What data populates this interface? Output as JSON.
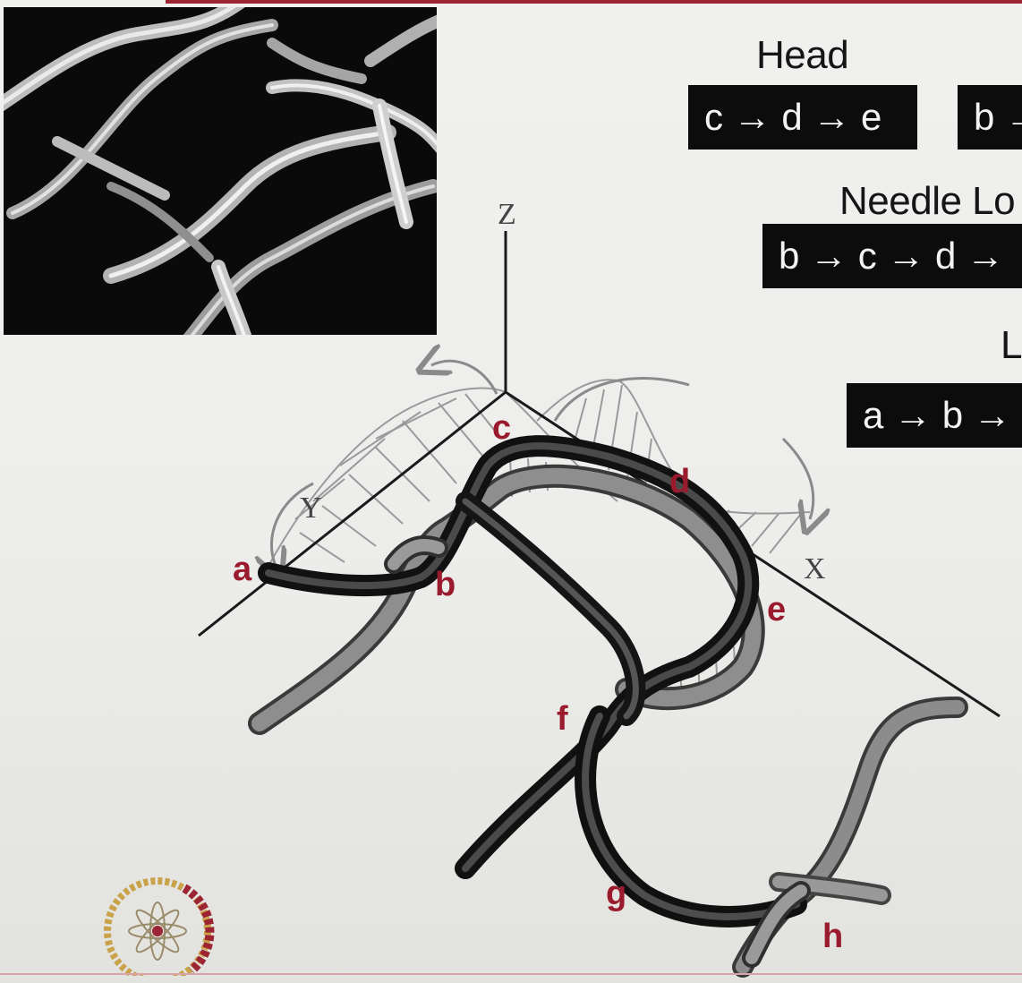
{
  "headings": {
    "head": "Head",
    "needle_loop": "Needle Lo",
    "sinker_loop": "L"
  },
  "sequences": {
    "head": "c → d → e",
    "head_second": "b →",
    "needle_loop": "b → c → d →",
    "sinker_loop": "a → b →"
  },
  "axes": {
    "x": "X",
    "y": "Y",
    "z": "Z"
  },
  "points": {
    "a": "a",
    "b": "b",
    "c": "c",
    "d": "d",
    "e": "e",
    "f": "f",
    "g": "g",
    "h": "h"
  },
  "colors": {
    "label_accent": "#9b1b2e",
    "box_bg": "#0c0c0c",
    "rule": "#9c2433"
  }
}
